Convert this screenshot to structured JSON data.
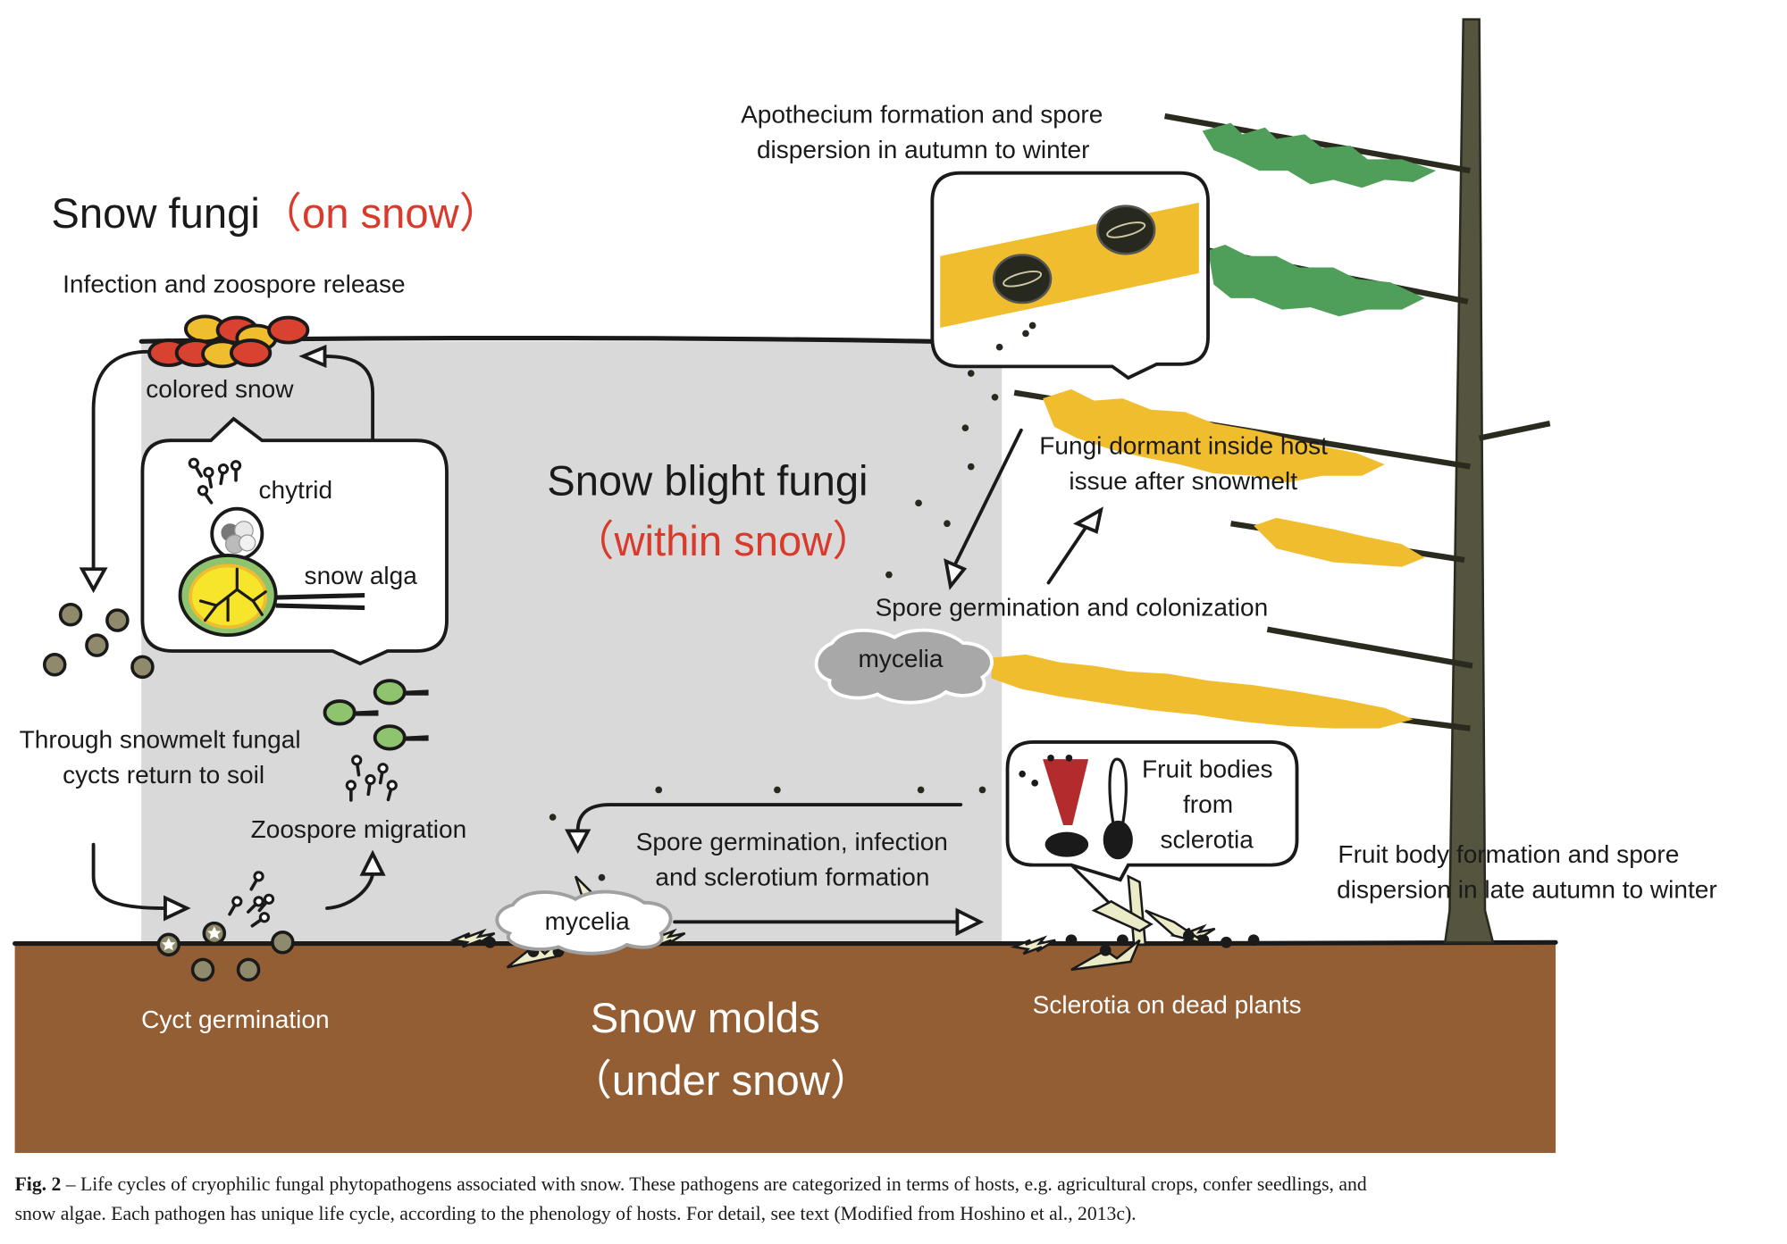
{
  "figure": {
    "colors": {
      "snow_region": "#d9d9d9",
      "soil": "#935e34",
      "tree_trunk": "#55553f",
      "green_needles": "#4f9e5a",
      "yellow_needles": "#f0bd2f",
      "title_red": "#d93a2b",
      "spore_red": "#d94230",
      "spore_yellow": "#f0bd2f",
      "cyst": "#8f8a6b",
      "alga_green": "#8fc46e",
      "alga_yellow": "#f7e52c",
      "fruit_body_red": "#b32b2d",
      "mycelia_gray": "#a8a8a8"
    },
    "snow_fungi": {
      "title": "Snow fungi",
      "title_paren": "（on snow）",
      "infection_label": "Infection and zoospore release",
      "colored_snow": "colored snow",
      "chytrid": "chytrid",
      "snow_alga": "snow alga",
      "snowmelt_line1": "Through snowmelt fungal",
      "snowmelt_line2": "cycts return to soil",
      "zoospore_migration": "Zoospore migration",
      "cyct_germination": "Cyct germination"
    },
    "snow_blight": {
      "title": "Snow blight fungi",
      "title_paren": "（within snow）",
      "apothecium_line1": "Apothecium formation and spore",
      "apothecium_line2": "dispersion in autumn to winter",
      "dormant_line1": "Fungi dormant inside host",
      "dormant_line2": "issue after snowmelt",
      "spore_colonization": "Spore germination and colonization",
      "mycelia": "mycelia"
    },
    "snow_molds": {
      "title": "Snow molds",
      "title_paren": "（under snow）",
      "spore_infection_line1": "Spore germination, infection",
      "spore_infection_line2": "and sclerotium formation",
      "mycelia": "mycelia",
      "fruit_bodies_line1": "Fruit bodies",
      "fruit_bodies_line2": "from",
      "fruit_bodies_line3": "sclerotia",
      "sclerotia_label": "Sclerotia on dead plants",
      "fruit_formation_line1": "Fruit body formation and spore",
      "fruit_formation_line2": "dispersion in late autumn to winter"
    }
  },
  "caption": {
    "label": "Fig. 2",
    "line1": " – Life cycles of cryophilic fungal phytopathogens associated with snow. These pathogens are categorized in terms of hosts, e.g. agricultural crops, confer seedlings, and",
    "line2": "snow algae. Each pathogen has unique life cycle, according to the phenology of hosts. For detail, see text (Modified from Hoshino et al., 2013c)."
  }
}
